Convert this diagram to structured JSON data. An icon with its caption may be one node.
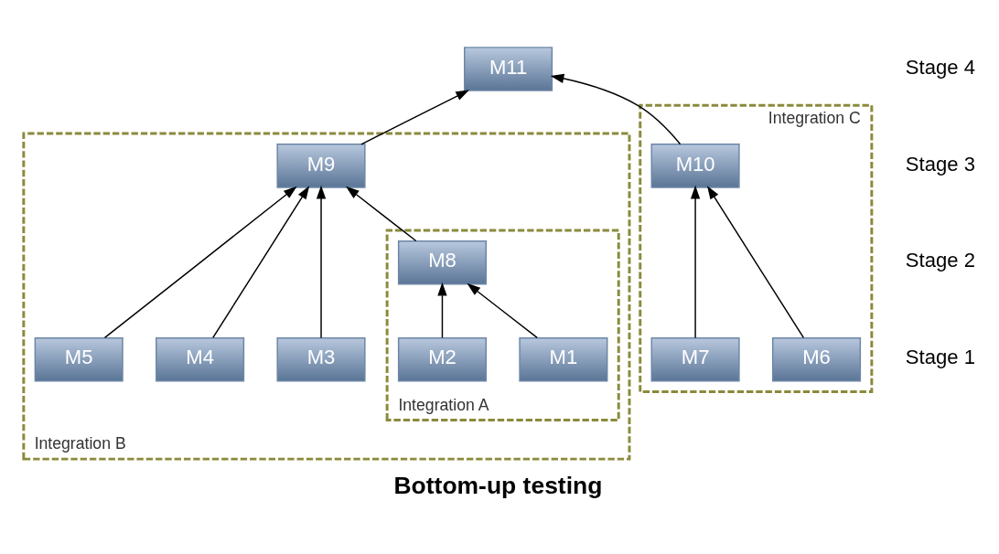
{
  "diagram": {
    "caption": "Bottom-up testing",
    "nodes": [
      {
        "text": [
          "M11"
        ]
      },
      {
        "text": [
          "Integration B"
        ]
      },
      {
        "text": [
          "M9"
        ],
        "in": 1
      },
      {
        "text": [
          "Integration C"
        ]
      },
      {
        "text": [
          "M10"
        ],
        "in": 3
      },
      {
        "text": [
          "Integration A"
        ],
        "in": 1
      },
      {
        "text": [
          "M8"
        ],
        "in": 5
      },
      {
        "text": [
          "M1"
        ],
        "in": 5
      },
      {
        "text": [
          "M2"
        ],
        "in": 5
      },
      {
        "text": [
          "M3"
        ],
        "in": 1
      },
      {
        "text": [
          "M4"
        ],
        "in": 1
      },
      {
        "text": [
          "M5"
        ],
        "in": 1
      },
      {
        "text": [
          "M6"
        ],
        "in": 3
      },
      {
        "text": [
          "M7"
        ],
        "in": 3
      }
    ],
    "edges": [
      {
        "from": 7,
        "to": 6,
        "arrow": "to"
      },
      {
        "from": 8,
        "to": 6,
        "arrow": "to"
      },
      {
        "from": 6,
        "to": 2,
        "arrow": "to"
      },
      {
        "from": 9,
        "to": 2,
        "arrow": "to"
      },
      {
        "from": 10,
        "to": 2,
        "arrow": "to"
      },
      {
        "from": 11,
        "to": 2,
        "arrow": "to"
      },
      {
        "from": 12,
        "to": 4,
        "arrow": "to"
      },
      {
        "from": 13,
        "to": 4,
        "arrow": "to"
      },
      {
        "from": 2,
        "to": 0,
        "arrow": "to"
      },
      {
        "from": 4,
        "to": 0,
        "arrow": "to"
      }
    ],
    "labels": [
      "Stage 4",
      "Stage 3",
      "Stage 2",
      "Stage 1"
    ]
  }
}
